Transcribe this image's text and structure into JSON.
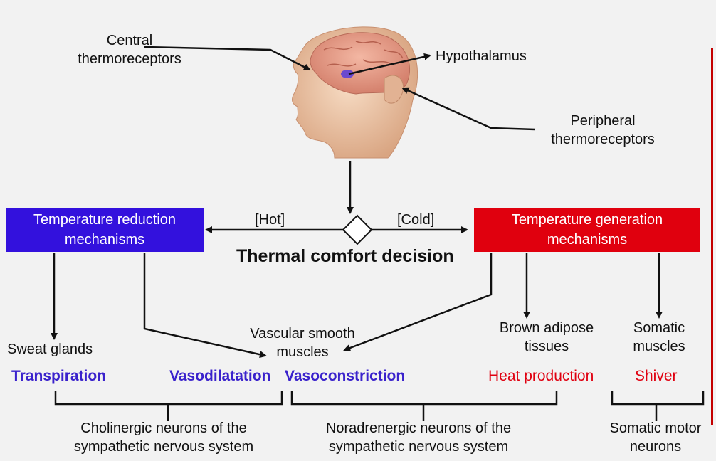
{
  "labels": {
    "central": [
      "Central",
      "thermoreceptors"
    ],
    "hypothalamus": "Hypothalamus",
    "peripheral": [
      "Peripheral",
      "thermoreceptors"
    ],
    "hot": "[Hot]",
    "cold": "[Cold]",
    "decision": "Thermal comfort decision",
    "sweat": "Sweat glands",
    "vascular": [
      "Vascular smooth",
      "muscles"
    ],
    "brown": [
      "Brown adipose",
      "tissues"
    ],
    "somatic_muscles": [
      "Somatic",
      "muscles"
    ]
  },
  "boxes": {
    "reduction": [
      "Temperature reduction",
      "mechanisms"
    ],
    "generation": [
      "Temperature generation",
      "mechanisms"
    ]
  },
  "effects": {
    "transpiration": "Transpiration",
    "vasodilatation": "Vasodilatation",
    "vasoconstriction": "Vasoconstriction",
    "heat_production": "Heat production",
    "shiver": "Shiver"
  },
  "neurons": {
    "cholinergic": [
      "Cholinergic neurons of the",
      "sympathetic nervous system"
    ],
    "noradrenergic": [
      "Noradrenergic neurons of the",
      "sympathetic nervous system"
    ],
    "somatic_motor": [
      "Somatic motor",
      "neurons"
    ]
  },
  "colors": {
    "reduction_box": "#3311dd",
    "generation_box": "#e0000e",
    "effect_blue": "#3a22cc",
    "effect_red": "#e00010",
    "skin": "#f0c8a8",
    "brain": "#e8a08c"
  }
}
